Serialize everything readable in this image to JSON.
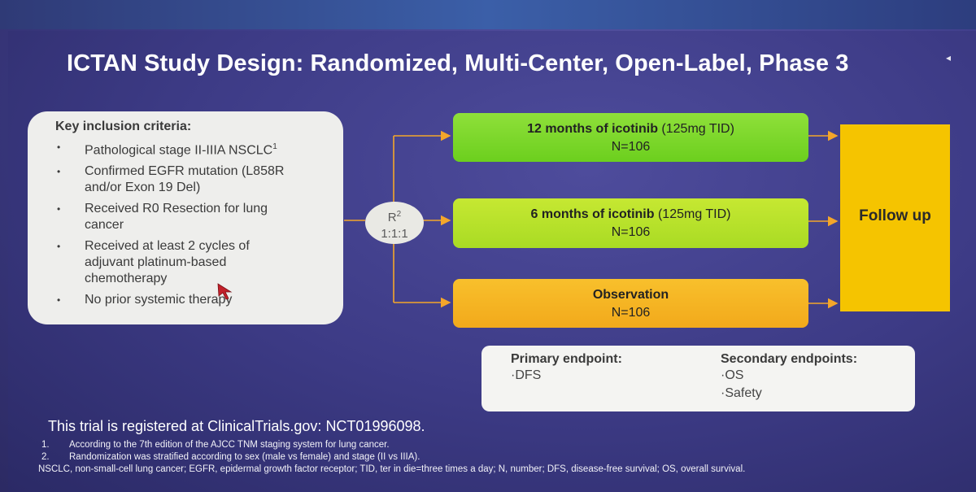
{
  "title": "ICTAN Study Design: Randomized, Multi-Center, Open-Label, Phase 3",
  "inclusion": {
    "heading": "Key inclusion criteria:",
    "bullet": "•",
    "items": [
      {
        "line1": "Pathological stage II-IIIA NSCLC",
        "sup": "1"
      },
      {
        "line1": "Confirmed EGFR mutation (L858R",
        "line2": "and/or Exon 19 Del)"
      },
      {
        "line1": "Received R0 Resection for lung",
        "line2": "cancer"
      },
      {
        "line1": "Received at least 2 cycles of",
        "line2": "adjuvant platinum-based",
        "line3": "chemotherapy"
      },
      {
        "line1": "No prior systemic therapy"
      }
    ]
  },
  "randomization": {
    "label": "R",
    "sup": "2",
    "ratio": "1:1:1"
  },
  "arms": [
    {
      "name": "12 months of icotinib",
      "dose": " (125mg TID)",
      "n": "N=106",
      "color": "#7ad62a"
    },
    {
      "name": "6 months of icotinib",
      "dose": " (125mg TID)",
      "n": "N=106",
      "color": "#b7e02a"
    },
    {
      "name": "Observation",
      "dose": "",
      "n": "N=106",
      "color": "#f5b323"
    }
  ],
  "follow_up": "Follow up",
  "endpoints": {
    "primary_heading": "Primary endpoint:",
    "primary_items": [
      "·DFS"
    ],
    "secondary_heading": "Secondary endpoints:",
    "secondary_items": [
      "·OS",
      "·Safety"
    ]
  },
  "registration": "This trial is registered at ClinicalTrials.gov: NCT01996098.",
  "footnotes": [
    {
      "num": "1.",
      "text": "According to the 7th edition of the AJCC TNM staging system for lung cancer."
    },
    {
      "num": "2.",
      "text": "Randomization was stratified according to sex (male vs female) and stage (II vs IIIA)."
    }
  ],
  "abbreviations": "NSCLC, non-small-cell lung cancer; EGFR, epidermal growth factor receptor; TID, ter in die=three times a day; N, number; DFS, disease-free survival; OS, overall survival.",
  "colors": {
    "arrow": "#f4a62a",
    "follow_up": "#f5c400",
    "slide_bg": "#3d3b86"
  }
}
